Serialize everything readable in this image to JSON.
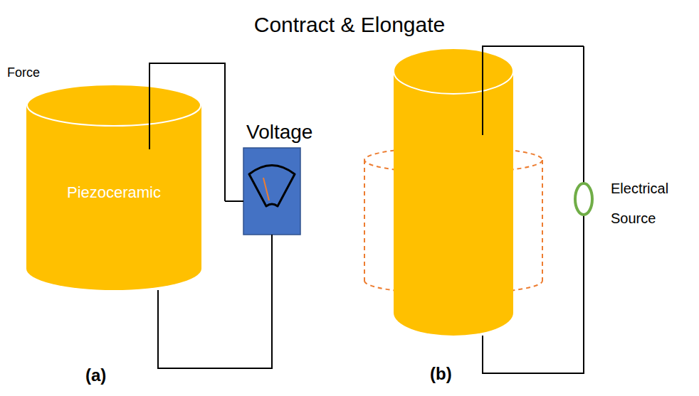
{
  "diagram": {
    "title": "Contract & Elongate",
    "nodes": [
      {
        "text": [
          "Piezoceramic"
        ]
      }
    ],
    "labels": [
      "Force",
      "Voltage",
      "Electrical Source",
      "(a)",
      "(b)"
    ]
  }
}
